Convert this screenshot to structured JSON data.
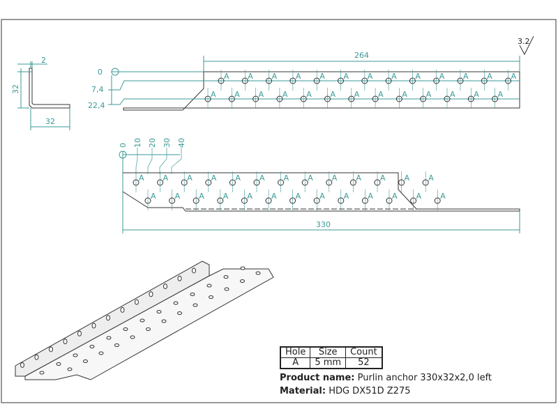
{
  "drawing": {
    "colors": {
      "dimension": "#3a9a97",
      "outline": "#333333",
      "frame": "#555555"
    },
    "roughness": "3.2",
    "section_view": {
      "thickness": "2",
      "height": "32",
      "width": "32"
    },
    "top_view": {
      "length": "264",
      "row_offsets": [
        "0",
        "7,4",
        "22,4"
      ],
      "hole_label": "A"
    },
    "front_view": {
      "length": "330",
      "pitch_labels": [
        "0",
        "10",
        "20",
        "30",
        "40"
      ],
      "hole_label": "A"
    }
  },
  "hole_table": {
    "headers": [
      "Hole",
      "Size",
      "Count"
    ],
    "rows": [
      [
        "A",
        "5 mm",
        "52"
      ]
    ]
  },
  "product": {
    "name_label": "Product name:",
    "name_value": "Purlin anchor 330x32x2,0 left"
  },
  "material": {
    "label": "Material:",
    "value": "HDG DX51D Z275"
  }
}
